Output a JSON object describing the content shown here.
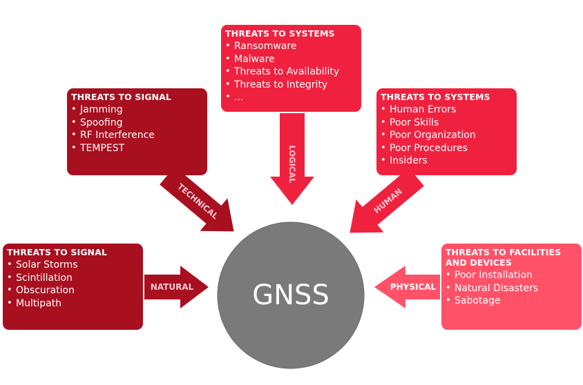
{
  "center": {
    "label": "GNSS"
  },
  "colors": {
    "dark_red": "#a80f1f",
    "red": "#f0213f",
    "light_red": "#ff5269",
    "circle": "#7a7a7a",
    "arrow_text": "#f6c9cf"
  },
  "boxes": {
    "natural": {
      "title": "THREATS TO SIGNAL",
      "items": [
        "Solar Storms",
        "Scintillation",
        "Obscuration",
        "Multipath"
      ]
    },
    "technical": {
      "title": "THREATS TO SIGNAL",
      "items": [
        "Jamming",
        "Spoofing",
        "RF Interference",
        "TEMPEST"
      ]
    },
    "logical": {
      "title": "THREATS TO SYSTEMS",
      "items": [
        "Ransomware",
        "Malware",
        "Threats to Availability",
        "Threats to Integrity",
        "..."
      ]
    },
    "human": {
      "title": "THREATS TO SYSTEMS",
      "items": [
        "Human Errors",
        "Poor Skills",
        "Poor Organization",
        "Poor Procedures",
        "Insiders"
      ]
    },
    "physical": {
      "title": "THREATS TO FACILITIES AND DEVICES",
      "items": [
        "Poor Installation",
        "Natural Disasters",
        "Sabotage"
      ]
    }
  },
  "arrows": {
    "natural": "NATURAL",
    "technical": "TECHNICAL",
    "logical": "LOGICAL",
    "human": "HUMAN",
    "physical": "PHYSICAL"
  }
}
